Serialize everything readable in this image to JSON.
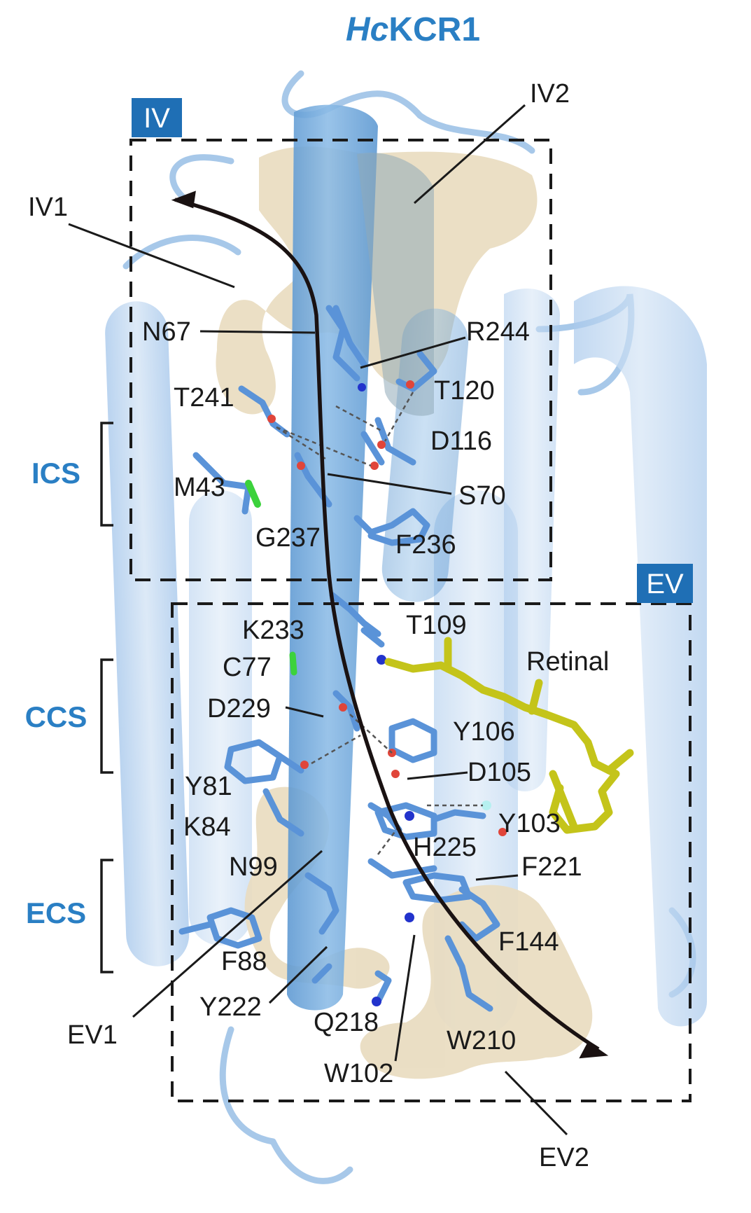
{
  "title": {
    "italic_part": "Hc",
    "regular_part": "KCR1"
  },
  "colors": {
    "helix": "#6fa8dc",
    "cavity": "#e9dcc0",
    "accent_blue": "#2a7fc4",
    "tag_bg": "#1f6fb5",
    "retinal": "#d9d92a",
    "oxygen": "#e0453a",
    "nitrogen": "#2233cc",
    "sulfur": "#3cd23c",
    "arrow": "#1a1212"
  },
  "boxes": {
    "iv_tag": "IV",
    "ev_tag": "EV"
  },
  "regions": {
    "ics": "ICS",
    "ccs": "CCS",
    "ecs": "ECS"
  },
  "vestibules": {
    "iv1": "IV1",
    "iv2": "IV2",
    "ev1": "EV1",
    "ev2": "EV2"
  },
  "ligand": "Retinal",
  "residues": {
    "n67": "N67",
    "r244": "R244",
    "t241": "T241",
    "t120": "T120",
    "d116": "D116",
    "m43": "M43",
    "s70": "S70",
    "g237": "G237",
    "f236": "F236",
    "k233": "K233",
    "t109": "T109",
    "c77": "C77",
    "d229": "D229",
    "y106": "Y106",
    "d105": "D105",
    "y81": "Y81",
    "k84": "K84",
    "y103": "Y103",
    "h225": "H225",
    "n99": "N99",
    "f221": "F221",
    "f144": "F144",
    "f88": "F88",
    "y222": "Y222",
    "q218": "Q218",
    "w210": "W210",
    "w102": "W102"
  }
}
